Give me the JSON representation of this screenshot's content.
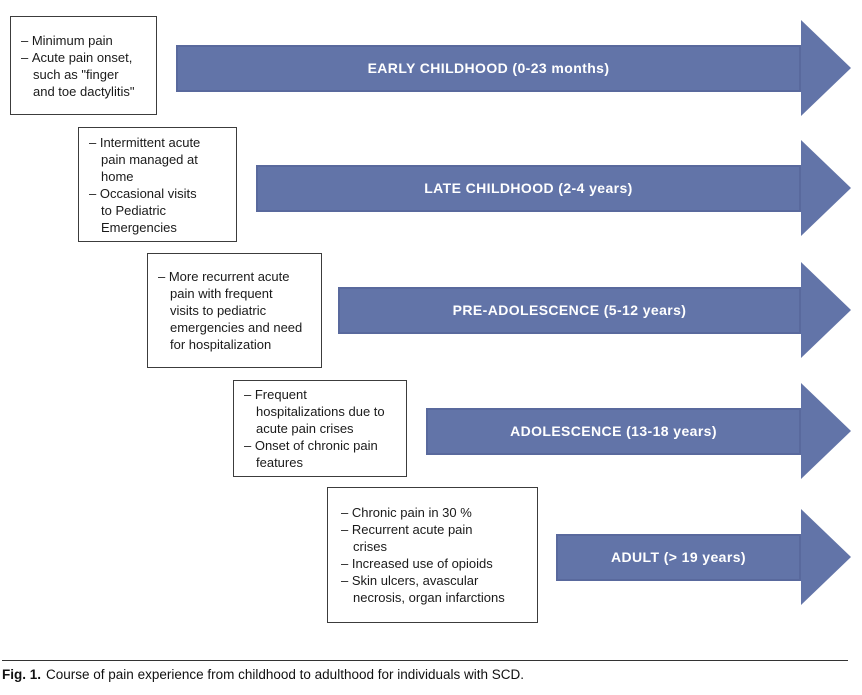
{
  "figure": {
    "arrow_color": "#6274a8",
    "stages": [
      {
        "label": "EARLY CHILDHOOD (0-23 months)",
        "notes": [
          "Minimum pain",
          "Acute pain onset, such as \"finger and toe dactylitis\""
        ]
      },
      {
        "label": "LATE CHILDHOOD (2-4 years)",
        "notes": [
          "Intermittent acute pain managed at home",
          "Occasional visits to Pediatric Emergencies"
        ]
      },
      {
        "label": "PRE-ADOLESCENCE (5-12 years)",
        "notes": [
          "More recurrent acute pain with frequent visits to pediatric emergencies and need for hospitalization"
        ]
      },
      {
        "label": "ADOLESCENCE (13-18 years)",
        "notes": [
          "Frequent hospitalizations due to acute pain crises",
          "Onset of chronic pain features"
        ]
      },
      {
        "label": "ADULT (> 19 years)",
        "notes": [
          "Chronic pain in 30 %",
          "Recurrent acute pain crises",
          "Increased use of opioids",
          "Skin ulcers, avascular necrosis, organ infarctions"
        ]
      }
    ]
  },
  "caption": {
    "label": "Fig. 1.",
    "text": "Course of pain experience from childhood to adulthood for individuals with SCD."
  }
}
